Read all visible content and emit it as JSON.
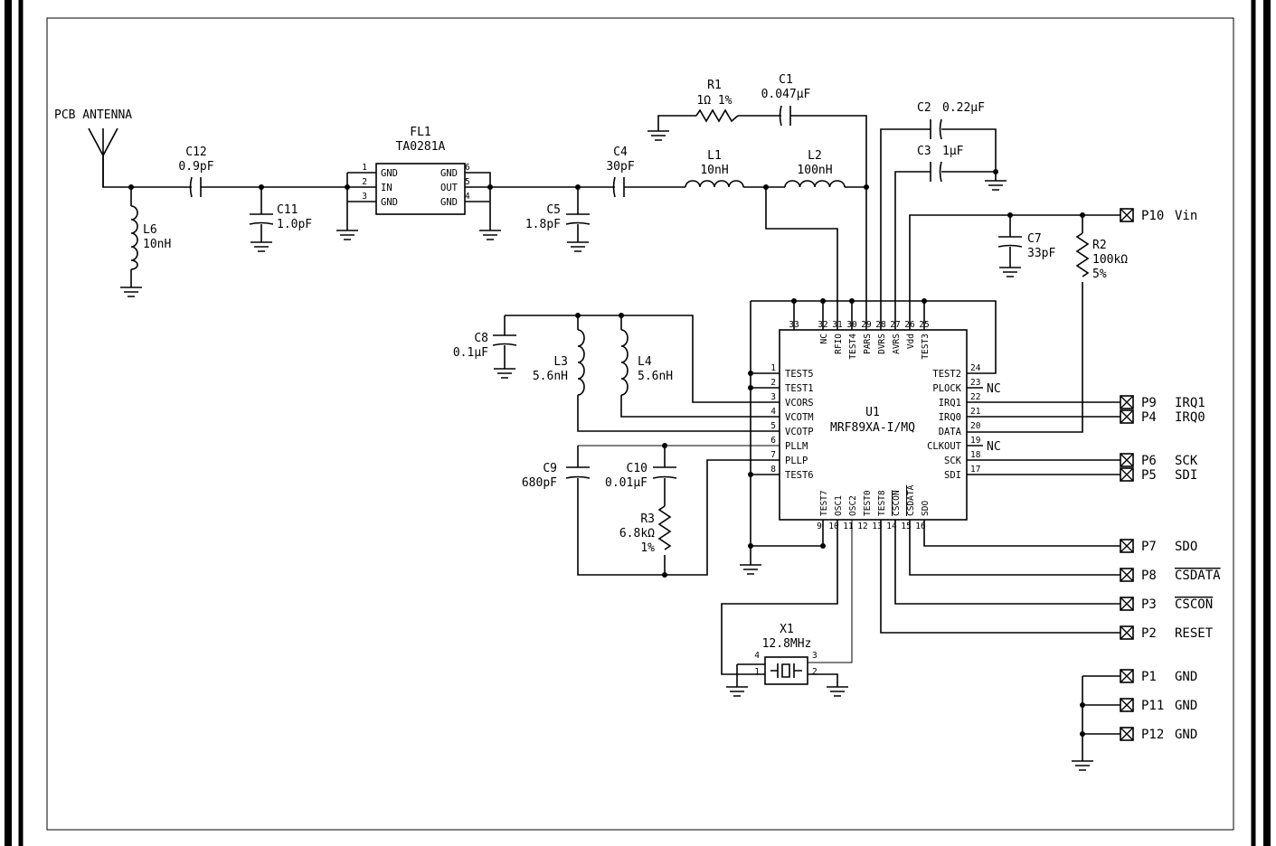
{
  "antenna": {
    "label": "PCB ANTENNA"
  },
  "components": [
    {
      "ref": "C12",
      "value": "0.9pF"
    },
    {
      "ref": "C11",
      "value": "1.0pF"
    },
    {
      "ref": "L6",
      "value": "10nH"
    },
    {
      "ref": "FL1",
      "value": "TA0281A"
    },
    {
      "ref": "C4",
      "value": "30pF"
    },
    {
      "ref": "C5",
      "value": "1.8pF"
    },
    {
      "ref": "L1",
      "value": "10nH"
    },
    {
      "ref": "L2",
      "value": "100nH"
    },
    {
      "ref": "R1",
      "value": "1Ω  1%"
    },
    {
      "ref": "C1",
      "value": "0.047µF"
    },
    {
      "ref": "C2",
      "value": "0.22µF"
    },
    {
      "ref": "C3",
      "value": "1µF"
    },
    {
      "ref": "C7",
      "value": "33pF"
    },
    {
      "ref": "R2",
      "value": "100kΩ",
      "tol": "5%"
    },
    {
      "ref": "C8",
      "value": "0.1µF"
    },
    {
      "ref": "L3",
      "value": "5.6nH"
    },
    {
      "ref": "L4",
      "value": "5.6nH"
    },
    {
      "ref": "C9",
      "value": "680pF"
    },
    {
      "ref": "C10",
      "value": "0.01µF"
    },
    {
      "ref": "R3",
      "value": "6.8kΩ",
      "tol": "1%"
    },
    {
      "ref": "X1",
      "value": "12.8MHz"
    }
  ],
  "filter_pins": {
    "left": [
      {
        "num": "1",
        "name": "GND"
      },
      {
        "num": "2",
        "name": "IN"
      },
      {
        "num": "3",
        "name": "GND"
      }
    ],
    "right": [
      {
        "num": "6",
        "name": "GND"
      },
      {
        "num": "5",
        "name": "OUT"
      },
      {
        "num": "4",
        "name": "GND"
      }
    ]
  },
  "crystal_pins": [
    "4",
    "1",
    "3",
    "2"
  ],
  "ic": {
    "ref": "U1",
    "part": "MRF89XA-I/MQ",
    "left_pins": [
      {
        "num": "1",
        "name": "TEST5"
      },
      {
        "num": "2",
        "name": "TEST1"
      },
      {
        "num": "3",
        "name": "VCORS"
      },
      {
        "num": "4",
        "name": "VCOTM"
      },
      {
        "num": "5",
        "name": "VCOTP"
      },
      {
        "num": "6",
        "name": "PLLM"
      },
      {
        "num": "7",
        "name": "PLLP"
      },
      {
        "num": "8",
        "name": "TEST6"
      }
    ],
    "right_pins": [
      {
        "num": "24",
        "name": "TEST2"
      },
      {
        "num": "23",
        "name": "PLOCK"
      },
      {
        "num": "22",
        "name": "IRQ1"
      },
      {
        "num": "21",
        "name": "IRQ0"
      },
      {
        "num": "20",
        "name": "DATA"
      },
      {
        "num": "19",
        "name": "CLKOUT"
      },
      {
        "num": "18",
        "name": "SCK"
      },
      {
        "num": "17",
        "name": "SDI"
      }
    ],
    "top_pins": [
      {
        "num": "33",
        "name": ""
      },
      {
        "num": "32",
        "name": "NC"
      },
      {
        "num": "31",
        "name": "RFIO"
      },
      {
        "num": "30",
        "name": "TEST4"
      },
      {
        "num": "29",
        "name": "PARS"
      },
      {
        "num": "28",
        "name": "DVRS"
      },
      {
        "num": "27",
        "name": "AVRS"
      },
      {
        "num": "26",
        "name": "Vdd"
      },
      {
        "num": "25",
        "name": "TEST3"
      }
    ],
    "bottom_pins": [
      {
        "num": "9",
        "name": "TEST7"
      },
      {
        "num": "10",
        "name": "OSC1"
      },
      {
        "num": "11",
        "name": "OSC2"
      },
      {
        "num": "12",
        "name": "TEST0"
      },
      {
        "num": "13",
        "name": "TEST8"
      },
      {
        "num": "14",
        "name": "CSCON"
      },
      {
        "num": "15",
        "name": "CSDATA"
      },
      {
        "num": "16",
        "name": "SDO"
      }
    ],
    "nc_label": "NC"
  },
  "ports": [
    {
      "pin": "P10",
      "signal": "Vin"
    },
    {
      "pin": "P9",
      "signal": "IRQ1"
    },
    {
      "pin": "P4",
      "signal": "IRQ0"
    },
    {
      "pin": "P6",
      "signal": "SCK"
    },
    {
      "pin": "P5",
      "signal": "SDI"
    },
    {
      "pin": "P7",
      "signal": "SDO"
    },
    {
      "pin": "P8",
      "signal": "CSDATA"
    },
    {
      "pin": "P3",
      "signal": "CSCON"
    },
    {
      "pin": "P2",
      "signal": "RESET"
    },
    {
      "pin": "P1",
      "signal": "GND"
    },
    {
      "pin": "P11",
      "signal": "GND"
    },
    {
      "pin": "P12",
      "signal": "GND"
    }
  ]
}
